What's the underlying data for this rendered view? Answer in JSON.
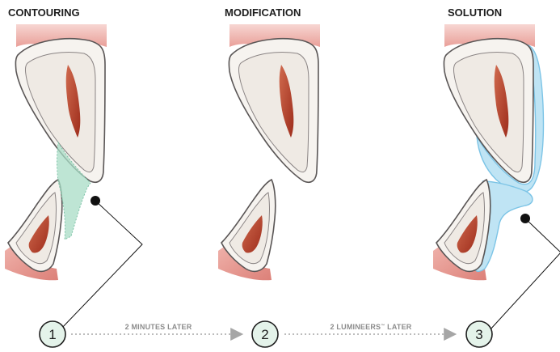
{
  "panels": [
    {
      "title": "CONTOURING"
    },
    {
      "title": "MODIFICATION"
    },
    {
      "title": "SOLUTION"
    }
  ],
  "steps": [
    {
      "number": "1"
    },
    {
      "number": "2"
    },
    {
      "number": "3"
    }
  ],
  "transitions": [
    {
      "label": "2 MINUTES LATER"
    },
    {
      "label_main": "2 LUMINEERS",
      "label_mark": "™",
      "label_tail": " LATER"
    }
  ],
  "colors": {
    "gum": "#e9a19a",
    "tooth_fill": "#f6f3ef",
    "tooth_outline": "#5a5656",
    "pulp": "#b8402b",
    "contour_overlay": "#a8dcc6",
    "veneer": "#bfe4f4",
    "step_circle": "#e4f3ea",
    "arrow": "#a6a6a6"
  }
}
